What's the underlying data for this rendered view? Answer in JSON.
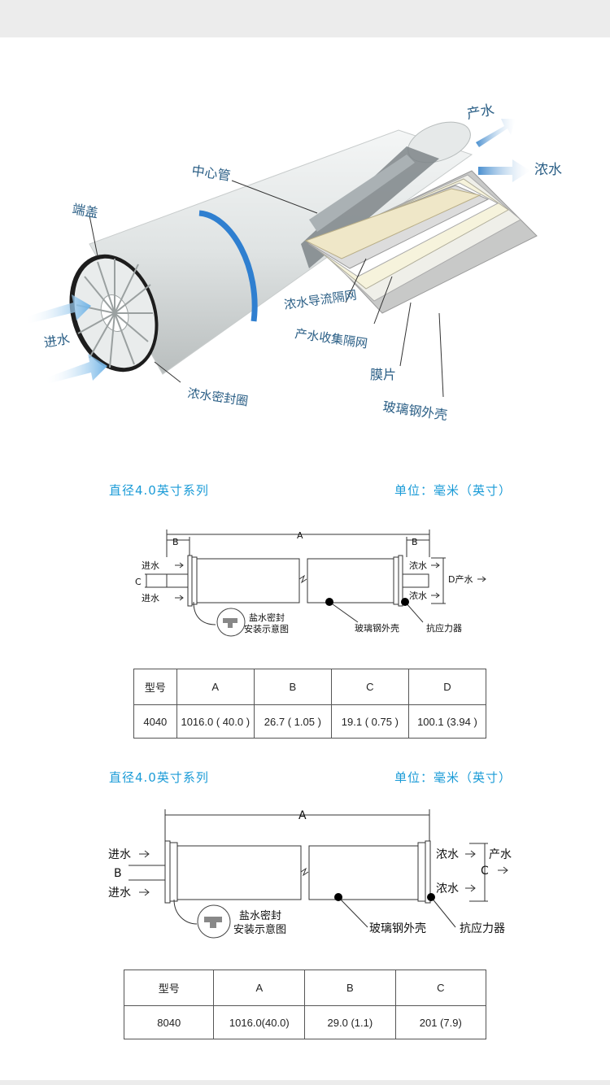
{
  "cutaway": {
    "labels": {
      "product_water": "产水",
      "concentrate": "浓水",
      "center_tube": "中心管",
      "end_cap": "端盖",
      "feed": "进水",
      "concentrate_spacer": "浓水导流隔网",
      "permeate_spacer": "产水收集隔网",
      "membrane": "膜片",
      "fiberglass_shell": "玻璃钢外壳",
      "brine_seal": "浓水密封圈"
    }
  },
  "section1": {
    "title": "直径4.0英寸系列",
    "unit": "单位：毫米（英寸）",
    "diagram": {
      "A": "A",
      "B": "B",
      "C": "C",
      "D_product": "D产水",
      "feed_top": "进水",
      "feed_bottom": "进水",
      "conc_top": "浓水",
      "conc_bottom": "浓水",
      "seal_line1": "盐水密封",
      "seal_line2": "安装示意图",
      "shell": "玻璃钢外壳",
      "anti_force": "抗应力器"
    },
    "table": {
      "headers": [
        "型号",
        "A",
        "B",
        "C",
        "D"
      ],
      "row": [
        "4040",
        "1016.0 ( 40.0 )",
        "26.7 ( 1.05 )",
        "19.1 ( 0.75 )",
        "100.1 (3.94 )"
      ]
    }
  },
  "section2": {
    "title": "直径4.0英寸系列",
    "unit": "单位：毫米（英寸）",
    "diagram": {
      "A": "A",
      "B": "B",
      "C": "C",
      "product": "产水",
      "feed_top": "进水",
      "feed_bottom": "进水",
      "conc_top": "浓水",
      "conc_bottom": "浓水",
      "seal_line1": "盐水密封",
      "seal_line2": "安装示意图",
      "shell": "玻璃钢外壳",
      "anti_force": "抗应力器"
    },
    "table": {
      "headers": [
        "型号",
        "A",
        "B",
        "C"
      ],
      "row": [
        "8040",
        "1016.0(40.0)",
        "29.0 (1.1)",
        "201 (7.9)"
      ]
    }
  }
}
